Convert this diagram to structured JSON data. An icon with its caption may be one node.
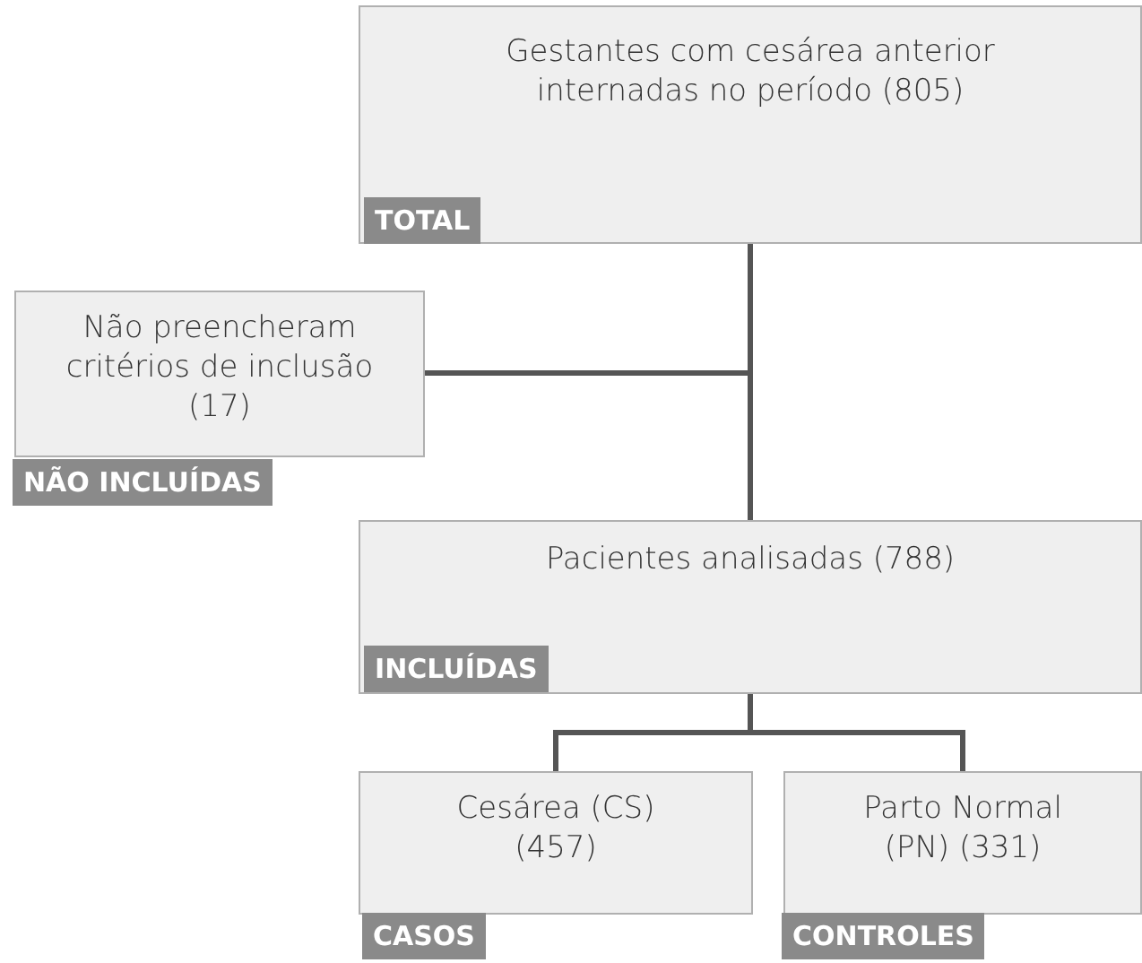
{
  "diagram": {
    "nodes": [
      {
        "text": [
          "Gestantes com cesárea anterior internadas no período (805)",
          "TOTAL"
        ]
      },
      {
        "text": [
          "Não preencheram critérios de inclusão (17)",
          "NÃO INCLUÍDAS"
        ]
      },
      {
        "text": [
          "Pacientes analisadas (788)",
          "INCLUÍDAS"
        ]
      },
      {
        "text": [
          "Cesárea (CS) (457)",
          "CASOS"
        ]
      },
      {
        "text": [
          "Parto Normal (PN) (331)",
          "CONTROLES"
        ]
      }
    ],
    "edges": [
      {
        "from": 0,
        "to": 2,
        "arrow": "none"
      },
      {
        "from": 1,
        "to": 2,
        "arrow": "none"
      },
      {
        "from": 2,
        "to": 3,
        "arrow": "none"
      },
      {
        "from": 2,
        "to": 4,
        "arrow": "none"
      }
    ]
  }
}
